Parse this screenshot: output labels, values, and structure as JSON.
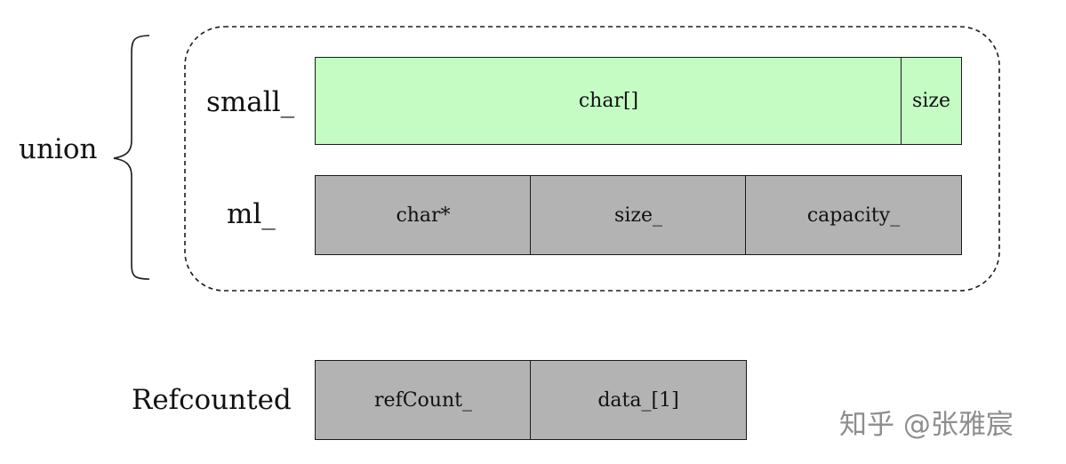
{
  "labels": {
    "union": "union",
    "small": "small_",
    "ml": "ml_",
    "refcounted": "Refcounted"
  },
  "small_row": {
    "cells": [
      "char[]",
      "size"
    ]
  },
  "ml_row": {
    "cells": [
      "char*",
      "size_",
      "capacity_"
    ]
  },
  "refcounted_row": {
    "cells": [
      "refCount_",
      "data_[1]"
    ]
  },
  "watermark": "知乎 @张雅宸",
  "colors": {
    "small_fill": "#c4fcc4",
    "gray_fill": "#b3b3b3",
    "border": "#1a1a1a"
  }
}
